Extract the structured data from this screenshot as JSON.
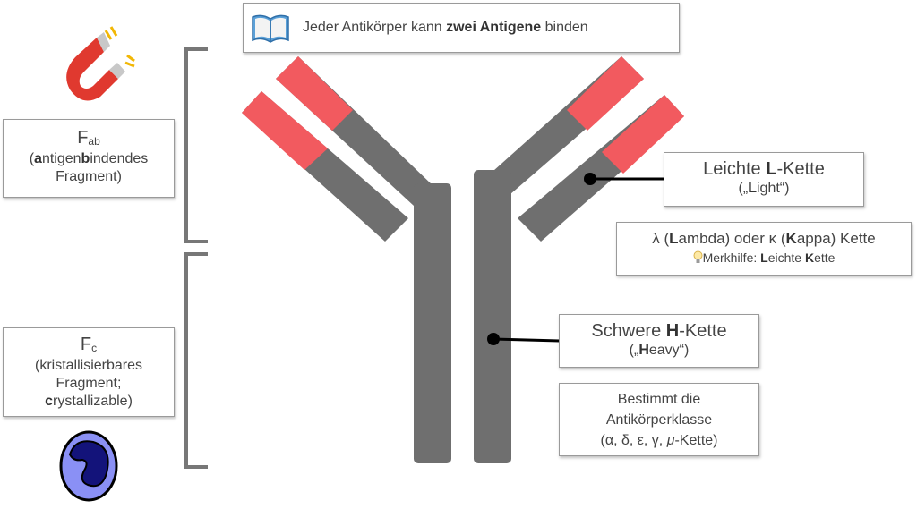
{
  "colors": {
    "chain_gray": "#6f6f6f",
    "variable_red": "#f25a5f",
    "bracket_gray": "#777777",
    "magnet_red": "#e0392f",
    "cell_blue": "#6d74f0"
  },
  "icons": [
    "book-icon",
    "magnet-icon",
    "cell-icon",
    "lightbulb-icon"
  ],
  "top_note": {
    "prefix": "Jeder Antikörper kann ",
    "bold": "zwei Antigene",
    "suffix": " binden"
  },
  "fab": {
    "main": "F",
    "sub": "ab",
    "l1_bold1": "a",
    "l1_mid": "ntigen",
    "l1_bold2": "b",
    "l1_rest": "indendes",
    "line2": "Fragment)",
    "paren": "("
  },
  "fc": {
    "main": "F",
    "sub": "c",
    "line1": "(kristallisierbares",
    "line2": "Fragment;",
    "l3_bold": "c",
    "l3_rest": "rystallizable)"
  },
  "light_chain": {
    "t1": "Leichte ",
    "bold": "L",
    "t2": "-Kette",
    "q1": "(„",
    "qbold": "L",
    "q2": "ight“)"
  },
  "lambda_box": {
    "a1": "λ (",
    "ab": "L",
    "a2": "ambda) oder κ (",
    "kb": "K",
    "k2": "appa) Kette",
    "h1": "Merkhilfe: ",
    "hb1": "L",
    "h2": "eichte ",
    "hb2": "K",
    "h3": "ette"
  },
  "heavy_chain": {
    "t1": "Schwere ",
    "bold": "H",
    "t2": "-Kette",
    "q1": "(„",
    "qbold": "H",
    "q2": "eavy“)"
  },
  "class_box": {
    "line1": "Bestimmt die",
    "line2": "Antikörperklasse",
    "l3a": "(α, δ, ε, γ, ",
    "l3mu": "μ",
    "l3b": "-Kette)"
  }
}
